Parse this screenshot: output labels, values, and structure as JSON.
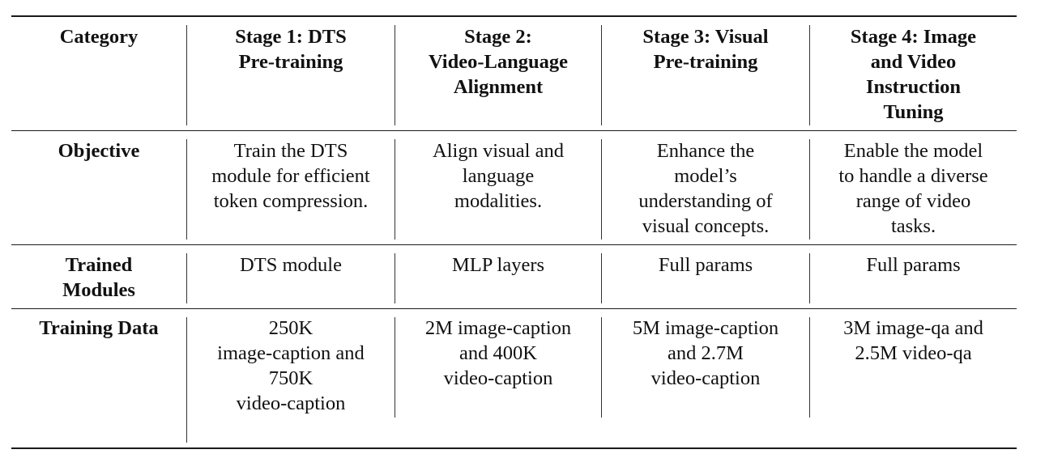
{
  "table": {
    "header": {
      "category": "Category",
      "stages": [
        "Stage 1: DTS\nPre-training",
        "Stage 2:\nVideo-Language\nAlignment",
        "Stage 3: Visual\nPre-training",
        "Stage 4: Image\nand Video\nInstruction\nTuning"
      ]
    },
    "rows": [
      {
        "label": "Objective",
        "cells": [
          "Train the DTS\nmodule for efficient\ntoken compression.",
          "Align visual and\nlanguage\nmodalities.",
          "Enhance the\nmodel’s\nunderstanding of\nvisual concepts.",
          "Enable the model\nto handle a diverse\nrange of video\ntasks."
        ]
      },
      {
        "label": "Trained\nModules",
        "cells": [
          "DTS module",
          "MLP layers",
          "Full params",
          "Full params"
        ]
      },
      {
        "label": "Training Data",
        "cells": [
          "250K\nimage-caption and\n750K\nvideo-caption",
          "2M image-caption\nand 400K\nvideo-caption",
          "5M image-caption\nand 2.7M\nvideo-caption",
          "3M image-qa and\n2.5M video-qa"
        ]
      }
    ]
  }
}
